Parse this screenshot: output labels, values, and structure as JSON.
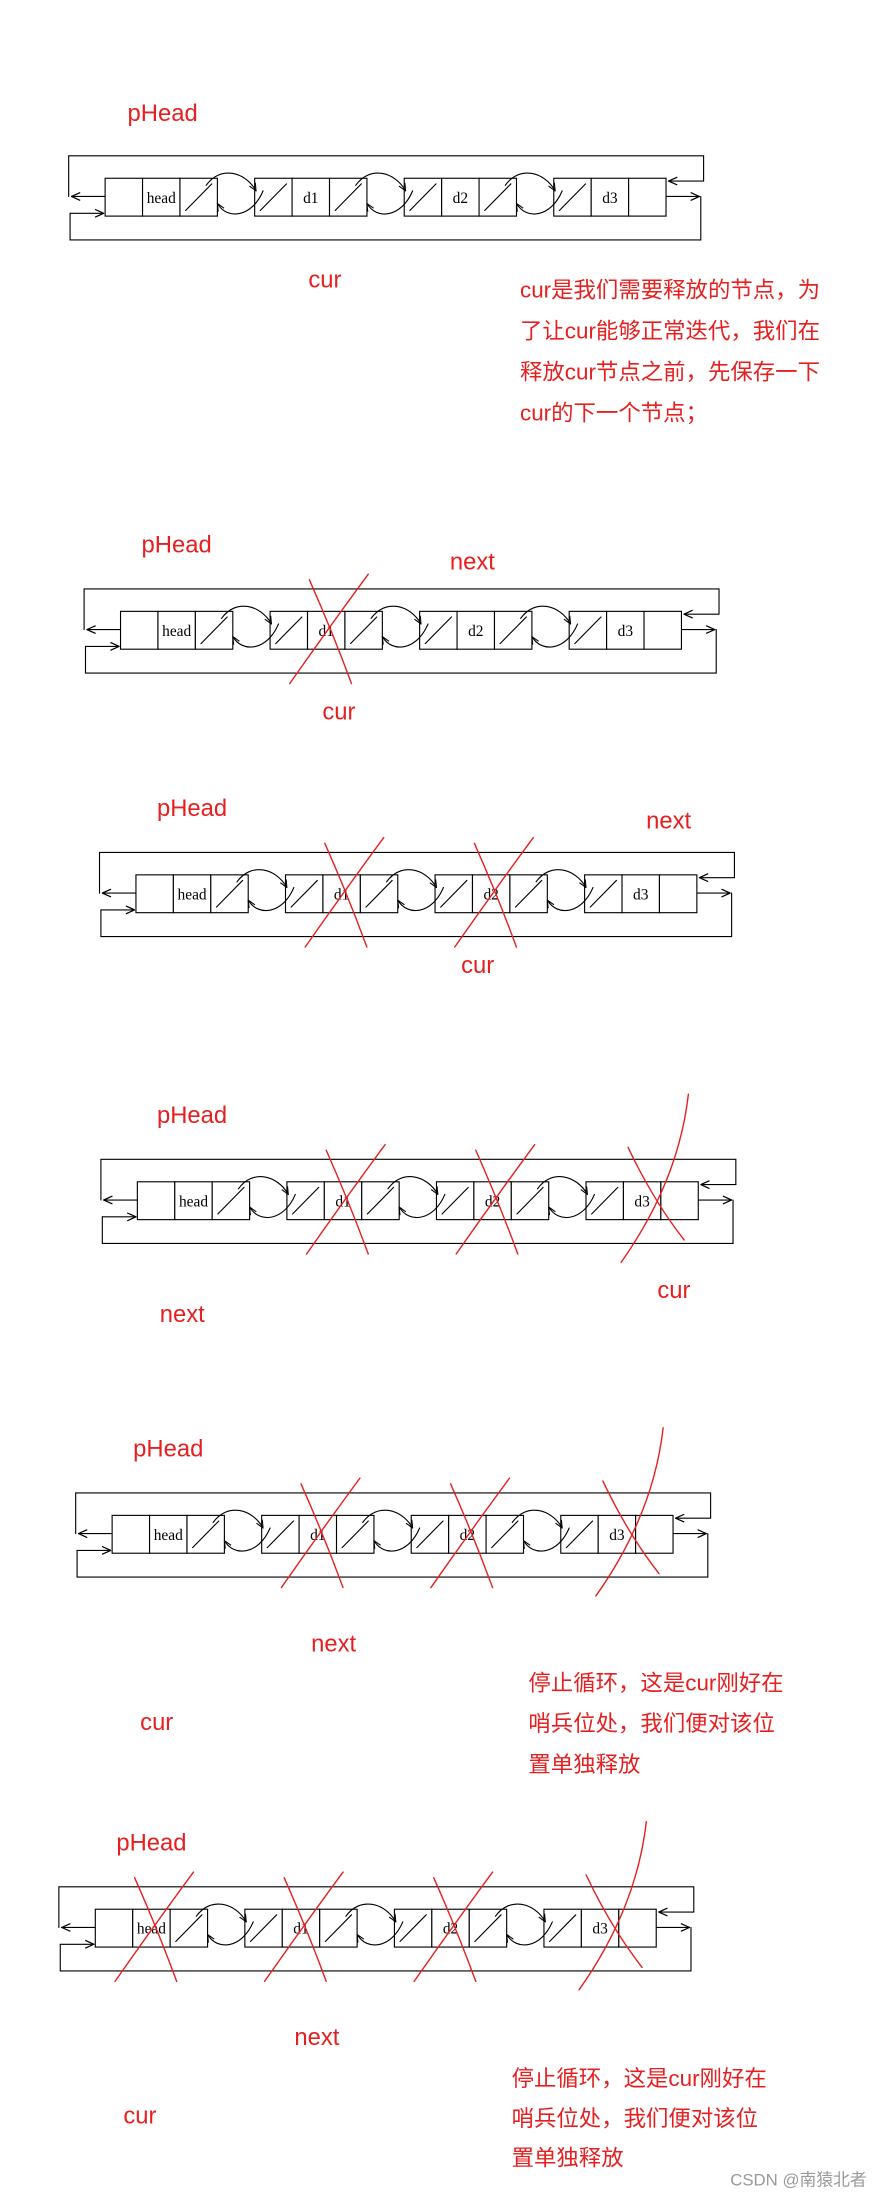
{
  "colors": {
    "annotation": "#e62020",
    "line": "#000000",
    "cell_fill": "#ffffff",
    "watermark": "#9a9a9a"
  },
  "diagram": {
    "panels": [
      {
        "pointers": {
          "phead": "pHead",
          "cur": "cur"
        },
        "nodes": [
          {
            "label": "head",
            "crossed": false
          },
          {
            "label": "d1",
            "crossed": false
          },
          {
            "label": "d2",
            "crossed": false
          },
          {
            "label": "d3",
            "crossed": false
          }
        ],
        "note": [
          "cur是我们需要释放的节点，为",
          "了让cur能够正常迭代，我们在",
          "释放cur节点之前，先保存一下",
          "cur的下一个节点；"
        ]
      },
      {
        "pointers": {
          "phead": "pHead",
          "next": "next",
          "cur": "cur"
        },
        "nodes": [
          {
            "label": "head",
            "crossed": false
          },
          {
            "label": "d1",
            "crossed": true
          },
          {
            "label": "d2",
            "crossed": false
          },
          {
            "label": "d3",
            "crossed": false
          }
        ]
      },
      {
        "pointers": {
          "phead": "pHead",
          "next": "next",
          "cur": "cur"
        },
        "nodes": [
          {
            "label": "head",
            "crossed": false
          },
          {
            "label": "d1",
            "crossed": true
          },
          {
            "label": "d2",
            "crossed": true
          },
          {
            "label": "d3",
            "crossed": false
          }
        ]
      },
      {
        "pointers": {
          "phead": "pHead",
          "cur": "cur",
          "next": "next"
        },
        "nodes": [
          {
            "label": "head",
            "crossed": false
          },
          {
            "label": "d1",
            "crossed": true
          },
          {
            "label": "d2",
            "crossed": true
          },
          {
            "label": "d3",
            "crossed": true
          }
        ]
      },
      {
        "pointers": {
          "phead": "pHead",
          "next": "next",
          "cur": "cur"
        },
        "nodes": [
          {
            "label": "head",
            "crossed": false
          },
          {
            "label": "d1",
            "crossed": true
          },
          {
            "label": "d2",
            "crossed": true
          },
          {
            "label": "d3",
            "crossed": true
          }
        ],
        "note": [
          "停止循环，这是cur刚好在",
          "哨兵位处，我们便对该位",
          "置单独释放"
        ]
      },
      {
        "pointers": {
          "phead": "pHead",
          "next": "next",
          "cur": "cur"
        },
        "nodes": [
          {
            "label": "head",
            "crossed": true
          },
          {
            "label": "d1",
            "crossed": true
          },
          {
            "label": "d2",
            "crossed": true
          },
          {
            "label": "d3",
            "crossed": true
          }
        ],
        "note": [
          "停止循环，这是cur刚好在",
          "哨兵位处，我们便对该位",
          "置单独释放"
        ]
      }
    ]
  },
  "watermark": "CSDN @南猿北者"
}
